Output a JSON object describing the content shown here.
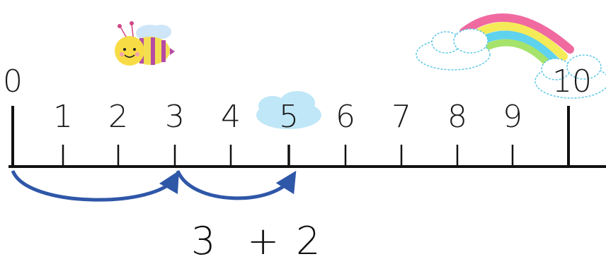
{
  "number_line": {
    "min": 0,
    "max": 10,
    "labels": [
      "0",
      "1",
      "2",
      "3",
      "4",
      "5",
      "6",
      "7",
      "8",
      "9",
      "10"
    ]
  },
  "jumps": [
    {
      "from": 0,
      "to": 3
    },
    {
      "from": 3,
      "to": 5
    }
  ],
  "equation": {
    "first": "3",
    "operator": "+",
    "second": "2"
  },
  "highlight": {
    "value": 5,
    "shape": "cloud"
  },
  "decorations": [
    "bee",
    "rainbow",
    "cloud"
  ],
  "colors": {
    "line": "#111111",
    "arrow": "#2f57a8",
    "highlight_cloud": "#bfe7f7",
    "rainbow": [
      "#f06aa0",
      "#f5ea58",
      "#5fd2ee",
      "#a6e36a"
    ]
  }
}
